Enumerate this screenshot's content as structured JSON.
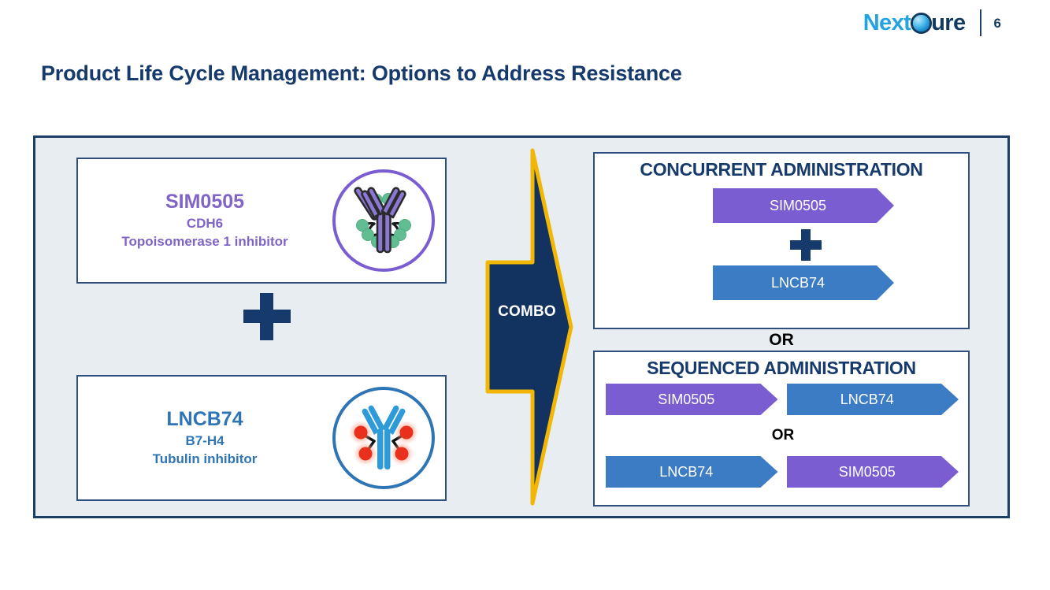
{
  "header": {
    "logo_first": "Next",
    "logo_icon": "sphere-c-icon",
    "logo_last": "ure",
    "page_number": "6"
  },
  "title": "Product Life Cycle Management: Options to Address Resistance",
  "left_column": {
    "agents": [
      {
        "name": "SIM0505",
        "target": "CDH6",
        "payload": "Topoisomerase 1 inhibitor",
        "color": "#8064c8",
        "icon": "antibody-purple-green-payload-icon"
      },
      {
        "name": "LNCB74",
        "target": "B7-H4",
        "payload": "Tubulin inhibitor",
        "color": "#2e75b6",
        "icon": "antibody-blue-red-payload-icon"
      }
    ],
    "plus_symbol": "+"
  },
  "combo": {
    "label": "COMBO",
    "fill": "#123260",
    "stroke": "#f2b705"
  },
  "right_column": {
    "concurrent": {
      "heading": "CONCURRENT ADMINISTRATION",
      "first": "SIM0505",
      "plus": "+",
      "second": "LNCB74"
    },
    "or_between": "OR",
    "sequenced": {
      "heading": "SEQUENCED ADMINISTRATION",
      "row1_first": "SIM0505",
      "row1_second": "LNCB74",
      "or_inner": "OR",
      "row2_first": "LNCB74",
      "row2_second": "SIM0505"
    }
  },
  "colors": {
    "navy": "#173a6d",
    "purple": "#7a5dd1",
    "blue": "#3c7cc4",
    "panel_bg": "#e8edf1",
    "gold": "#f2b705"
  }
}
